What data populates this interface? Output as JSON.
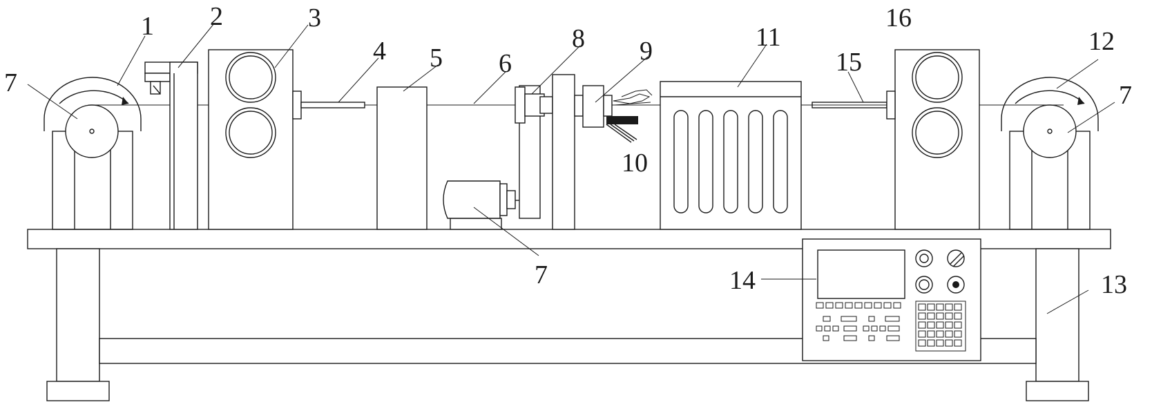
{
  "labels": {
    "n1": "1",
    "n2": "2",
    "n3": "3",
    "n4": "4",
    "n5": "5",
    "n6": "6",
    "n7_left": "7",
    "n7_motor": "7",
    "n7_right": "7",
    "n8": "8",
    "n9": "9",
    "n10": "10",
    "n11": "11",
    "n12": "12",
    "n13": "13",
    "n14": "14",
    "n15": "15",
    "n16": "16"
  }
}
